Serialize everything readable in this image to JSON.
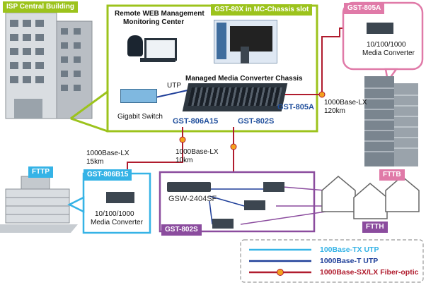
{
  "labels": {
    "isp_building": "ISP Central Building",
    "remote_mgmt_line1": "Remote WEB Management",
    "remote_mgmt_line2": "Monitoring Center",
    "chassis_slot": "GST-80X in MC-Chassis slot",
    "chassis_title": "Managed Media Converter Chassis",
    "utp": "UTP",
    "gigabit_switch": "Gigabit Switch",
    "gst_806a15": "GST-806A15",
    "gst_802s_chassis": "GST-802S",
    "gst_805a_chassis": "GST-805A",
    "gst_805a_box": "GST-805A",
    "converter_805a_line1": "10/100/1000",
    "converter_805a_line2": "Media Converter",
    "link_lx120_line1": "1000Base-LX",
    "link_lx120_line2": "120km",
    "fttb": "FTTB",
    "link_lx15_line1": "1000Base-LX",
    "link_lx15_line2": "15km",
    "link_lx10_line1": "1000Base-LX",
    "link_lx10_line2": "10km",
    "fttp": "FTTP",
    "gst_806b15": "GST-806B15",
    "converter_806b15_line1": "10/100/1000",
    "converter_806b15_line2": "Media Converter",
    "gsw_2404sf": "GSW-2404SF",
    "gst_802s_box": "GST-802S",
    "ftth": "FTTH"
  },
  "legend": [
    {
      "label": "100Base-TX UTP",
      "color": "#35b3e6"
    },
    {
      "label": "1000Base-T UTP",
      "color": "#1f3f99"
    },
    {
      "label": "1000Base-SX/LX Fiber-optic",
      "color": "#b01c2e"
    }
  ],
  "colors": {
    "green": "#9cc31c",
    "blue_box": "#35b3e6",
    "purple": "#8b4c9e",
    "pink": "#e07aa8",
    "fiber": "#b01c2e",
    "fiber_dot": "#f4a21e"
  }
}
